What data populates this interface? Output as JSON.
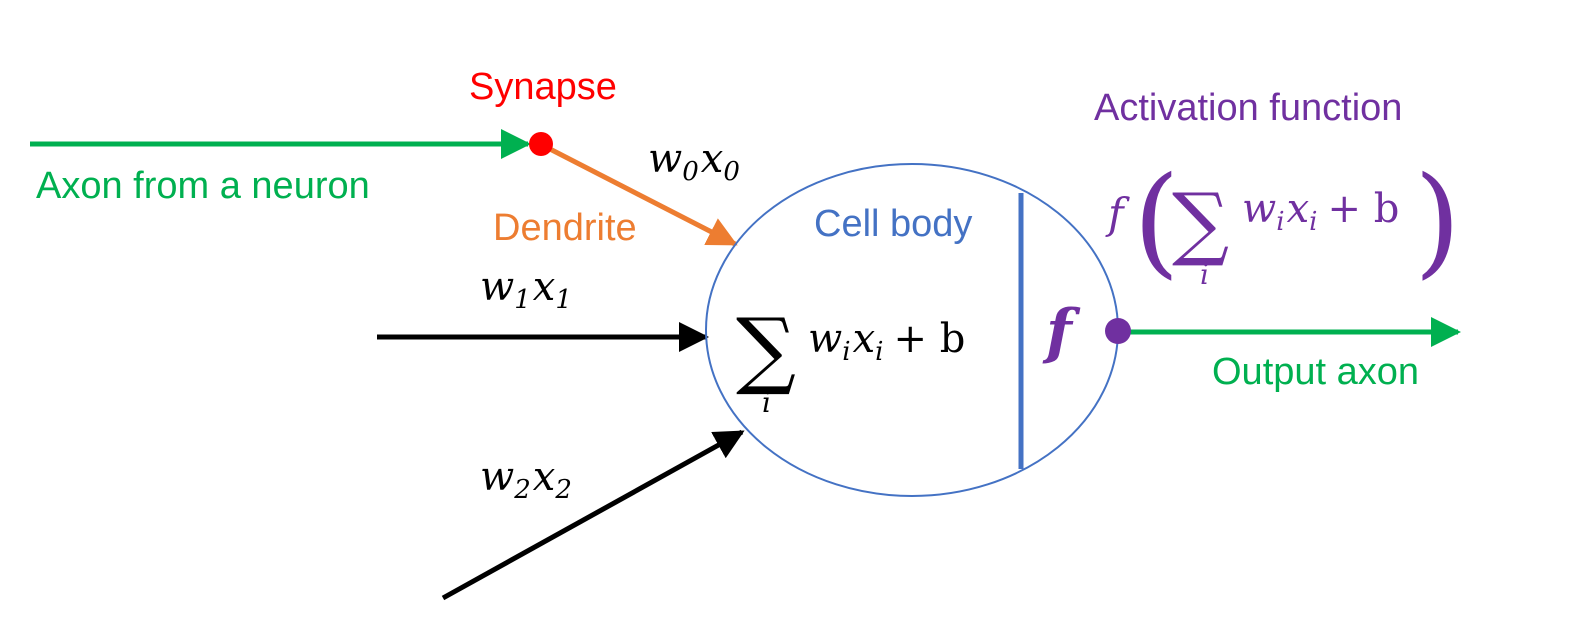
{
  "labels": {
    "synapse": "Synapse",
    "axon_from_neuron": "Axon from a neuron",
    "dendrite": "Dendrite",
    "cell_body": "Cell body",
    "activation_function": "Activation function",
    "output_axon": "Output axon"
  },
  "inputs": [
    {
      "weight": "w",
      "weight_sub": "0",
      "input": "x",
      "input_sub": "0"
    },
    {
      "weight": "w",
      "weight_sub": "1",
      "input": "x",
      "input_sub": "1"
    },
    {
      "weight": "w",
      "weight_sub": "2",
      "input": "x",
      "input_sub": "2"
    }
  ],
  "cell_formula": {
    "sum_symbol": "∑",
    "index": "i",
    "weight": "w",
    "weight_sub": "i",
    "input": "x",
    "input_sub": "i",
    "bias_term": "+ b"
  },
  "activation_symbol": "f",
  "activation_formula": {
    "func": "f",
    "open_paren": "(",
    "sum_symbol": "∑",
    "index": "i",
    "weight": "w",
    "weight_sub": "i",
    "input": "x",
    "input_sub": "i",
    "bias_term": "+ b",
    "close_paren": ")"
  },
  "colors": {
    "green": "#00b050",
    "red": "#ff0000",
    "orange": "#ed7d31",
    "blue": "#4472c4",
    "purple": "#7030a0",
    "black": "#000000"
  }
}
